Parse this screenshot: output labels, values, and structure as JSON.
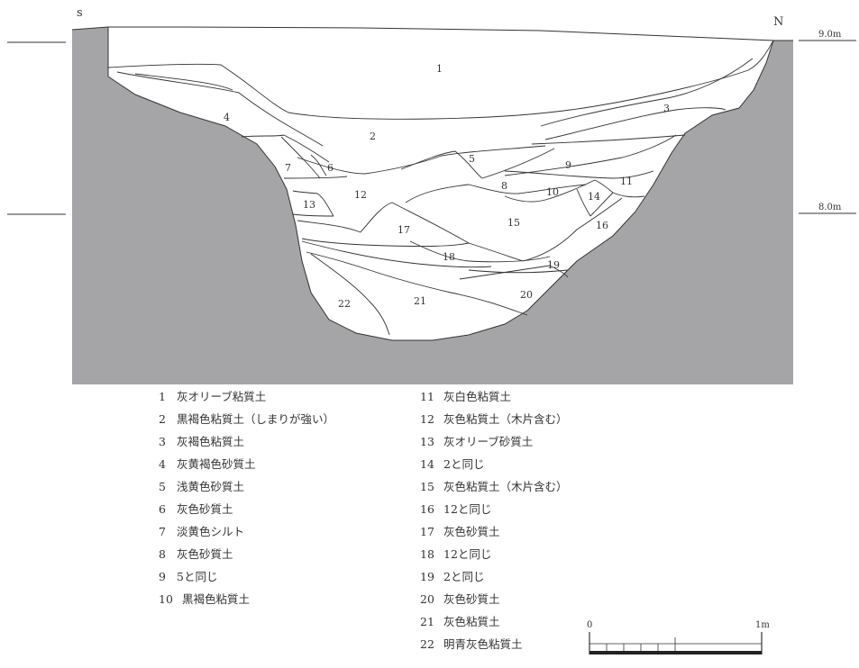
{
  "directions": {
    "south": "s",
    "north": "N"
  },
  "levels": {
    "upper": "9.0m",
    "lower": "8.0m"
  },
  "layer_numbers": [
    "1",
    "2",
    "3",
    "4",
    "5",
    "6",
    "7",
    "8",
    "9",
    "10",
    "11",
    "12",
    "13",
    "14",
    "15",
    "16",
    "17",
    "18",
    "19",
    "20",
    "21",
    "22"
  ],
  "legend_left": [
    {
      "num": "1",
      "text": "灰オリーブ粘質土"
    },
    {
      "num": "2",
      "text": "黒褐色粘質土（しまりが強い）"
    },
    {
      "num": "3",
      "text": "灰褐色粘質土"
    },
    {
      "num": "4",
      "text": "灰黄褐色砂質土"
    },
    {
      "num": "5",
      "text": "浅黄色砂質土"
    },
    {
      "num": "6",
      "text": "灰色砂質土"
    },
    {
      "num": "7",
      "text": "淡黄色シルト"
    },
    {
      "num": "8",
      "text": "灰色砂質土"
    },
    {
      "num": "9",
      "text": "5と同じ"
    },
    {
      "num": "10",
      "text": "黒褐色粘質土"
    }
  ],
  "legend_right": [
    {
      "num": "11",
      "text": "灰白色粘質土"
    },
    {
      "num": "12",
      "text": "灰色粘質土（木片含む）"
    },
    {
      "num": "13",
      "text": "灰オリーブ砂質土"
    },
    {
      "num": "14",
      "text": "2と同じ"
    },
    {
      "num": "15",
      "text": "灰色粘質土（木片含む）"
    },
    {
      "num": "16",
      "text": "12と同じ"
    },
    {
      "num": "17",
      "text": "灰色砂質土"
    },
    {
      "num": "18",
      "text": "12と同じ"
    },
    {
      "num": "19",
      "text": "2と同じ"
    },
    {
      "num": "20",
      "text": "灰色砂質土"
    },
    {
      "num": "21",
      "text": "灰色粘質土"
    },
    {
      "num": "22",
      "text": "明青灰色粘質土"
    }
  ],
  "scale": {
    "start": "0",
    "end": "1m"
  },
  "colors": {
    "ground": "#a5a5a7",
    "fill": "#ffffff",
    "line": "#333333"
  }
}
